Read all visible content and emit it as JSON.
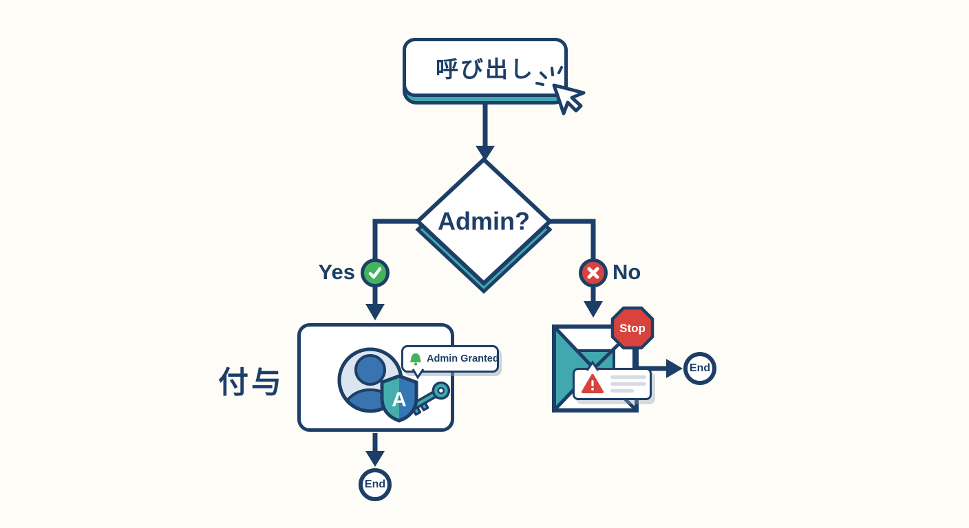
{
  "colors": {
    "navy": "#1d3e66",
    "teal": "#41a8b0",
    "blue": "#3a74b0",
    "green": "#44b35e",
    "red": "#d8433e",
    "avatar_bg": "#dbe5ef",
    "line_gray": "#d6dce5",
    "background": "#fdfcf7"
  },
  "flow": {
    "start": {
      "label": "呼び出し"
    },
    "decision": {
      "label": "Admin?"
    },
    "branch_yes": {
      "label": "Yes"
    },
    "branch_no": {
      "label": "No"
    },
    "grant_step": {
      "side_label": "付与",
      "notification_label": "Admin Granted",
      "shield_letter": "A"
    },
    "deny_step": {
      "stop_label": "Stop"
    },
    "terminal_left": {
      "label": "End"
    },
    "terminal_right": {
      "label": "End"
    }
  },
  "icons": {
    "cursor-click-icon": "mouse pointer with click sparks",
    "check-icon": "white checkmark in green circle",
    "x-icon": "white cross in red circle",
    "user-avatar-icon": "user silhouette in circle",
    "shield-icon": "shield with letter A",
    "key-icon": "teal key",
    "bell-icon": "green notification bell",
    "warning-icon": "red triangle with exclamation mark",
    "stop-sign-icon": "red octagon stop sign",
    "envelope-icon": "open envelope with teal lining"
  }
}
